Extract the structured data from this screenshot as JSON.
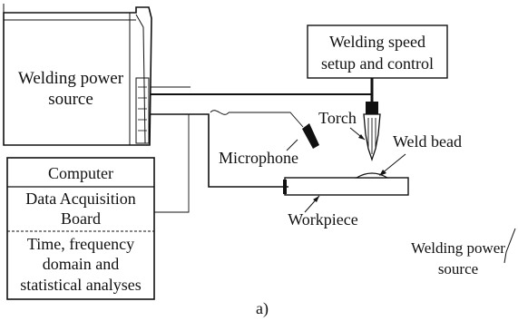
{
  "labels": {
    "power_source": [
      "Welding power",
      "source"
    ],
    "speed_control": [
      "Welding speed",
      "setup and control"
    ],
    "torch": "Torch",
    "microphone": "Microphone",
    "weld_bead": "Weld bead",
    "workpiece": "Workpiece",
    "computer": "Computer",
    "daq": [
      "Data Acquisition",
      "Board"
    ],
    "analysis": [
      "Time, frequency",
      "domain and",
      "statistical analyses"
    ],
    "power_source_cut": [
      "Welding power",
      "source"
    ],
    "panel": "a)"
  },
  "colors": {
    "ink": "#111111",
    "background": "#ffffff"
  }
}
